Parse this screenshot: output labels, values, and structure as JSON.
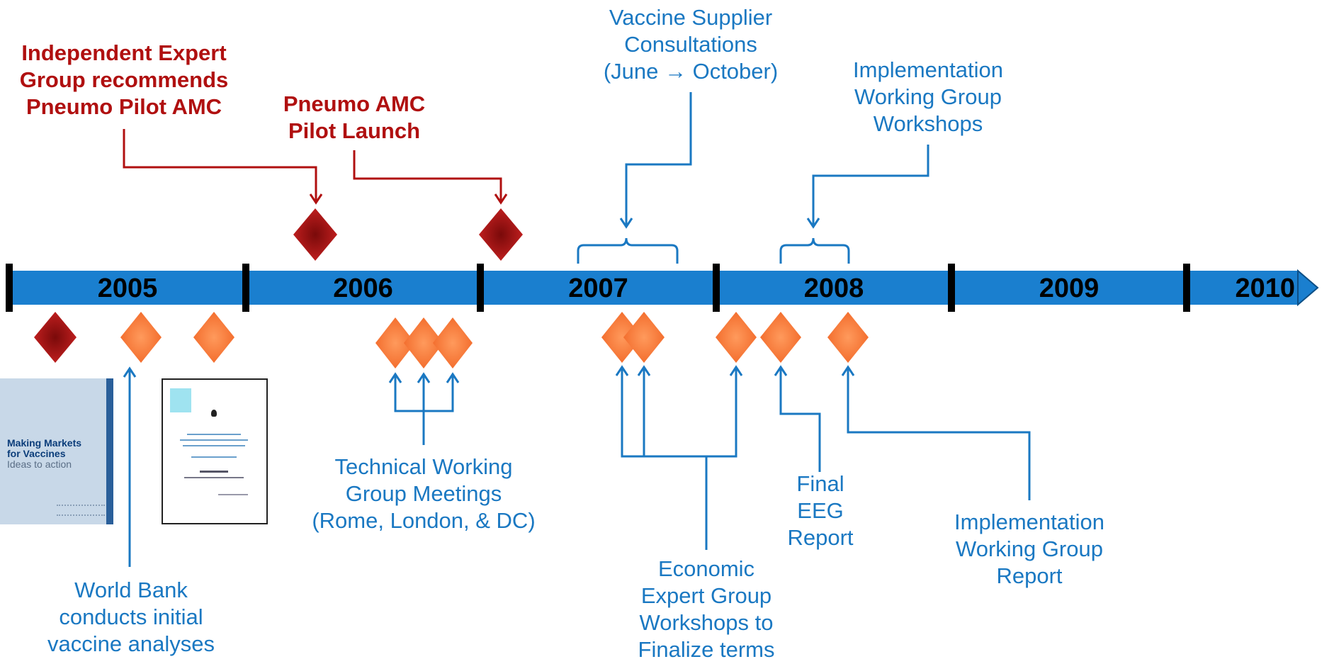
{
  "timeline": {
    "years": [
      "2005",
      "2006",
      "2007",
      "2008",
      "2009",
      "2010"
    ]
  },
  "labels": {
    "expert_group": [
      "Independent Expert",
      "Group recommends",
      "Pneumo Pilot AMC"
    ],
    "pilot_launch": [
      "Pneumo AMC",
      "Pilot Launch"
    ],
    "supplier_consultations": [
      "Vaccine Supplier",
      "Consultations",
      "(June → October)"
    ],
    "impl_workshops": [
      "Implementation",
      "Working Group",
      "Workshops"
    ],
    "world_bank": [
      "World Bank",
      "conducts initial",
      "vaccine analyses"
    ],
    "technical_meetings": [
      "Technical Working",
      "Group Meetings",
      "(Rome, London, & DC)"
    ],
    "economic_workshops": [
      "Economic",
      "Expert Group",
      "Workshops to",
      "Finalize terms"
    ],
    "final_eeg": [
      "Final",
      "EEG",
      "Report"
    ],
    "impl_report": [
      "Implementation",
      "Working Group",
      "Report"
    ]
  },
  "thumbnails": {
    "making_markets": [
      "Making Markets",
      "for Vaccines",
      "Ideas to action"
    ]
  },
  "colors": {
    "timeline_bar": "#1a7fcf",
    "key_milestone": "#a31515",
    "event_diamond": "#f47a3a",
    "connector_red": "#b01010",
    "connector_blue": "#1a78c2"
  }
}
